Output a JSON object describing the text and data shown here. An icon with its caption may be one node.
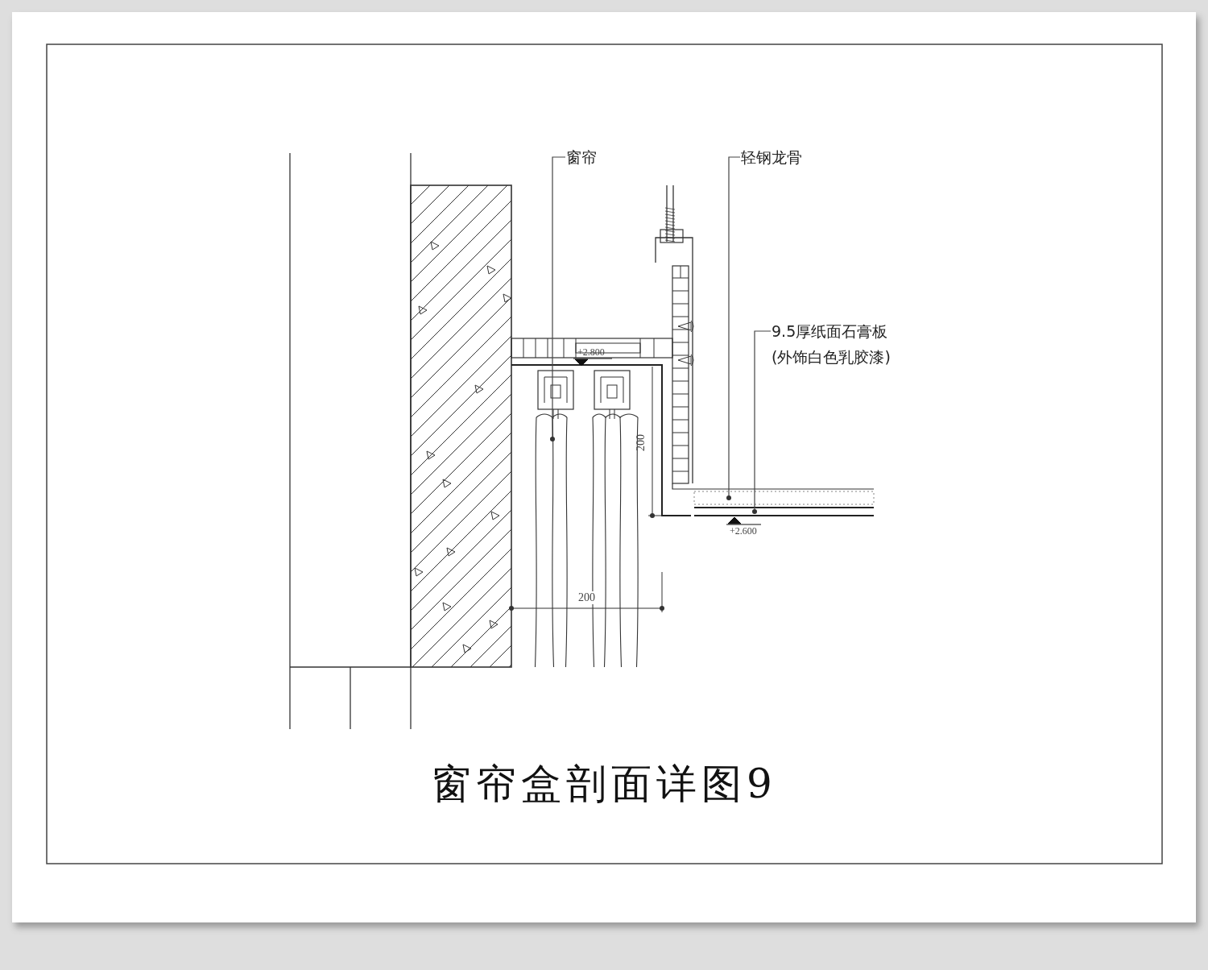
{
  "diagram": {
    "title": "窗帘盒剖面详图9",
    "nodes": [
      {
        "text": [
          "窗帘"
        ]
      },
      {
        "text": [],
        "shape": "picture"
      },
      {
        "text": [
          "轻钢龙骨"
        ]
      },
      {
        "text": [],
        "shape": "box"
      },
      {
        "text": [
          "9.5厚纸面石膏板",
          "(外饰白色乳胶漆)"
        ]
      },
      {
        "text": [],
        "shape": "box"
      }
    ],
    "edges": [
      {
        "from": 0,
        "to": 1,
        "arrow": "other"
      },
      {
        "from": 2,
        "to": 3,
        "arrow": "other"
      },
      {
        "from": 4,
        "to": 5,
        "arrow": "other"
      }
    ],
    "labels": [
      "+2.800",
      "200",
      "+2.600",
      "200"
    ]
  }
}
